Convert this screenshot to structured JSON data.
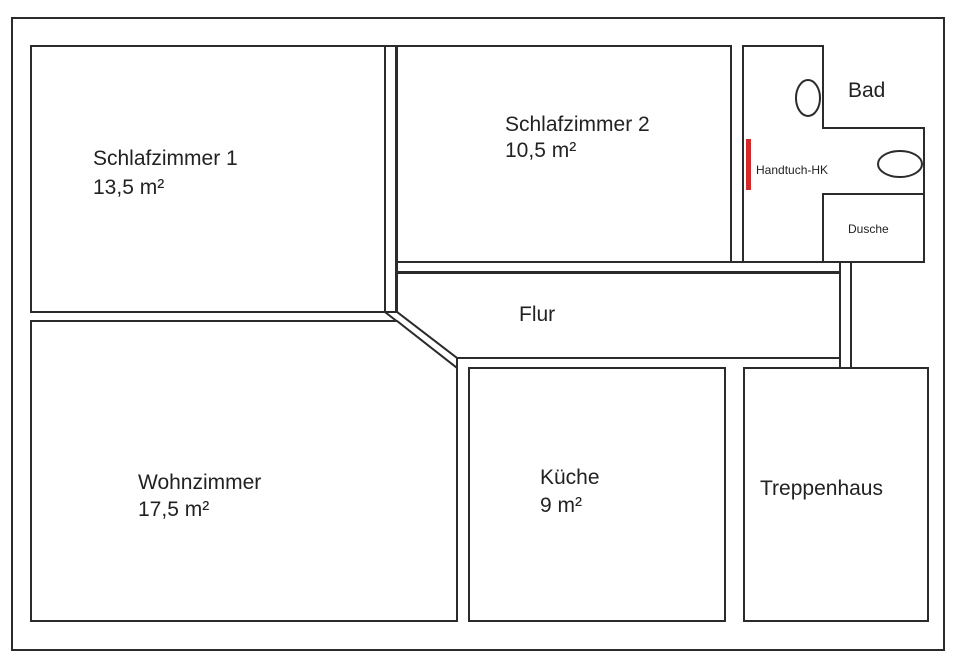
{
  "rooms": {
    "schlafzimmer1": {
      "name": "Schlafzimmer 1",
      "area": "13,5 m²"
    },
    "schlafzimmer2": {
      "name": "Schlafzimmer 2",
      "area": "10,5 m²"
    },
    "bad": {
      "name": "Bad"
    },
    "handtuch": {
      "name": "Handtuch-HK"
    },
    "dusche": {
      "name": "Dusche"
    },
    "flur": {
      "name": "Flur"
    },
    "wohnzimmer": {
      "name": "Wohnzimmer",
      "area": "17,5 m²"
    },
    "kueche": {
      "name": "Küche",
      "area": "9 m²"
    },
    "treppenhaus": {
      "name": "Treppenhaus"
    }
  },
  "colors": {
    "wall": "#2b2b2b",
    "heater": "#d42a2a"
  }
}
